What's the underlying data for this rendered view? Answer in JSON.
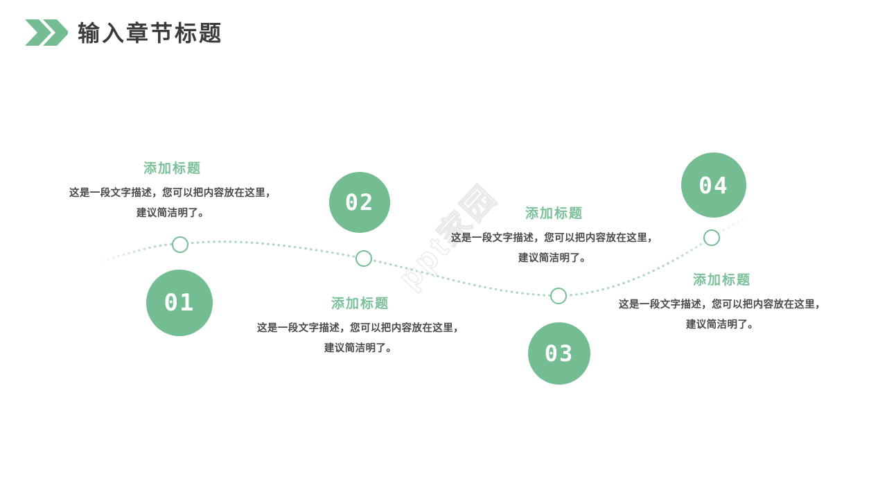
{
  "header": {
    "title": "输入章节标题",
    "chevron_icon": "double-chevron-right-icon",
    "accent_color": "#74bd93",
    "title_color": "#3b3b3b"
  },
  "watermark": {
    "text": "ppt家园"
  },
  "theme": {
    "green": "#74bd93",
    "green_light": "#7cc09a",
    "body_text": "#4a4a4a",
    "curve_color": "#a9d6bd",
    "background": "#ffffff"
  },
  "steps": [
    {
      "number": "01",
      "title": "添加标题",
      "body": "这是一段文字描述，您可以把内容放在这里，建议简洁明了。"
    },
    {
      "number": "02",
      "title": "添加标题",
      "body": "这是一段文字描述，您可以把内容放在这里，建议简洁明了。"
    },
    {
      "number": "03",
      "title": "添加标题",
      "body": "这是一段文字描述，您可以把内容放在这里，建议简洁明了。"
    },
    {
      "number": "04",
      "title": "添加标题",
      "body": "这是一段文字描述，您可以把内容放在这里，建议简洁明了。"
    }
  ]
}
